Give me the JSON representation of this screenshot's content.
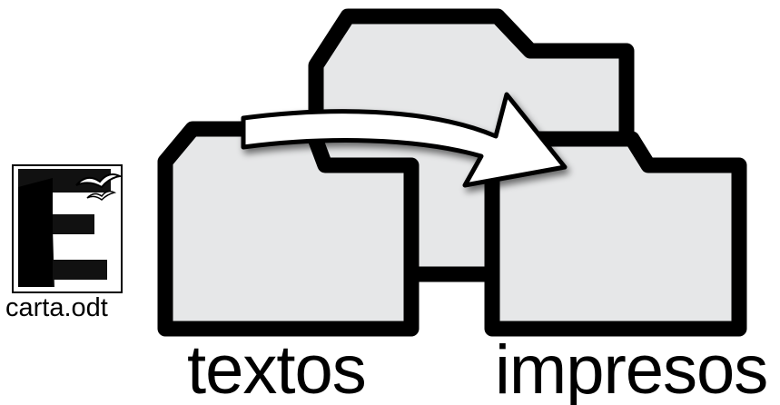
{
  "file": {
    "name": "carta.odt",
    "icon": "writer-document-icon"
  },
  "folders": {
    "source_label": "textos",
    "target_label": "impresos",
    "fill_color": "#e6e7e8",
    "outline_color": "#000000"
  },
  "arrow": {
    "icon": "move-arrow-icon",
    "fill_color": "#ffffff"
  }
}
